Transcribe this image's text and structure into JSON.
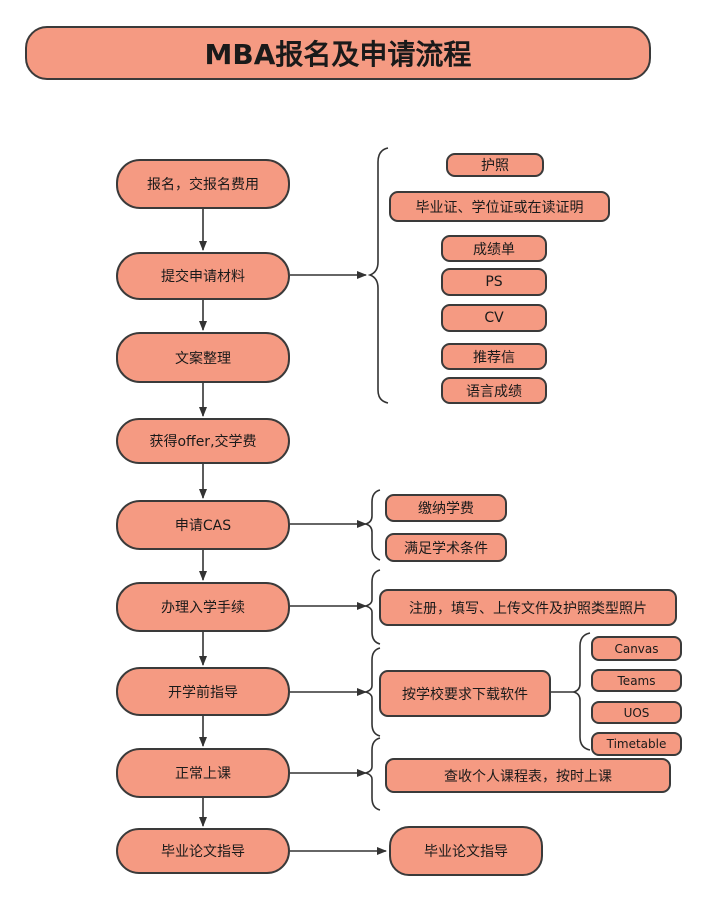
{
  "title": "MBA报名及申请流程",
  "steps": [
    "报名，交报名费用",
    "提交申请材料",
    "文案整理",
    "获得offer,交学费",
    "申请CAS",
    "办理入学手续",
    "开学前指导",
    "正常上课",
    "毕业论文指导"
  ],
  "materials": [
    "护照",
    "毕业证、学位证或在读证明",
    "成绩单",
    "PS",
    "CV",
    "推荐信",
    "语言成绩"
  ],
  "cas_items": [
    "缴纳学费",
    "满足学术条件"
  ],
  "enroll_item": "注册，填写、上传文件及护照类型照片",
  "software_item": "按学校要求下载软件",
  "software_list": [
    "Canvas",
    "Teams",
    "UOS",
    "Timetable"
  ],
  "class_item": "查收个人课程表，按时上课",
  "thesis_item": "毕业论文指导",
  "colors": {
    "fill": "#f59a82",
    "stroke": "#3a3a3a"
  }
}
